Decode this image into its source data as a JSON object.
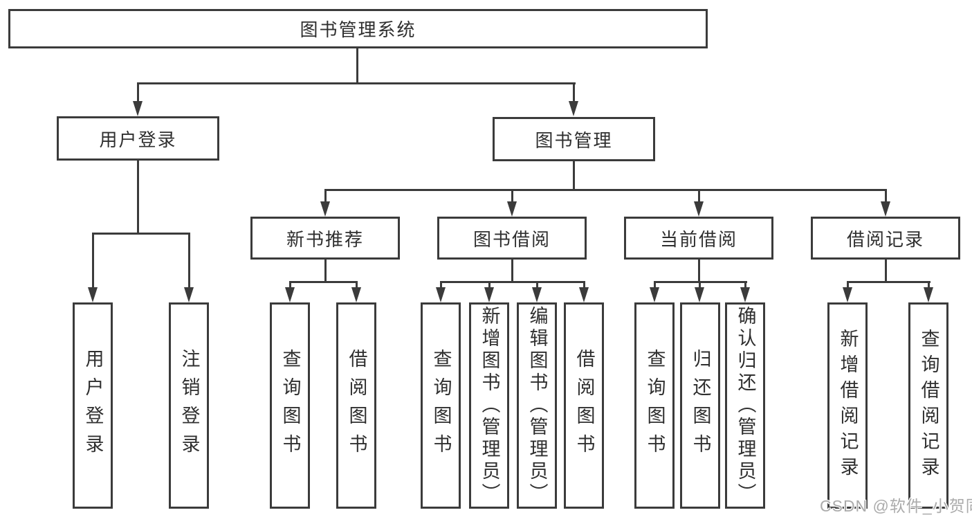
{
  "diagram": {
    "root": {
      "label": "图书管理系统"
    },
    "level2": [
      {
        "label": "用户登录"
      },
      {
        "label": "图书管理"
      }
    ],
    "level3": [
      {
        "label": "新书推荐"
      },
      {
        "label": "图书借阅"
      },
      {
        "label": "当前借阅"
      },
      {
        "label": "借阅记录"
      }
    ],
    "leaves": {
      "user_login": [
        "用户登录",
        "注销登录"
      ],
      "new_book_recommend": [
        "查询图书",
        "借阅图书"
      ],
      "book_borrow": [
        "查询图书",
        "新增图书（管理员）",
        "编辑图书（管理员）",
        "借阅图书"
      ],
      "current_borrow": [
        "查询图书",
        "归还图书",
        "确认归还（管理员）"
      ],
      "borrow_records": [
        "新增借阅记录",
        "查询借阅记录"
      ]
    },
    "colors": {
      "line": "#3b3b3b",
      "text": "#2f2f2f",
      "watermark": "#ababab",
      "background": "#ffffff"
    },
    "watermark": "CSDN @软件_小贺同学"
  }
}
